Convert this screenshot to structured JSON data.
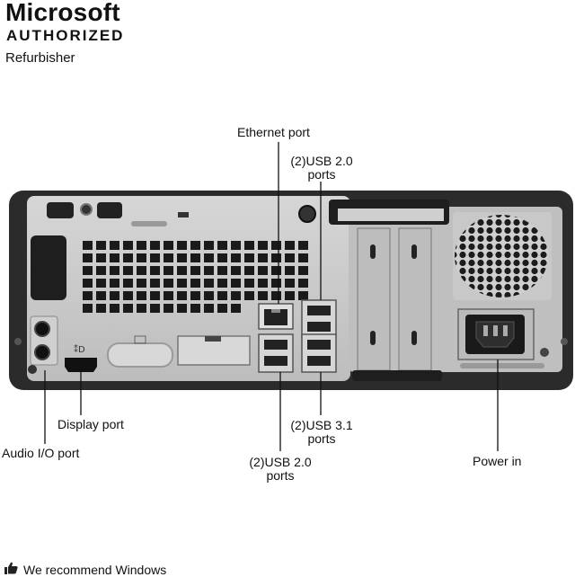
{
  "brand": {
    "title": "Microsoft",
    "subtitle": "AUTHORIZED",
    "tagline": "Refurbisher"
  },
  "callouts": {
    "ethernet": "Ethernet port",
    "usb20_top_line1": "(2)USB 2.0",
    "usb20_top_line2": "ports",
    "display": "Display port",
    "audio": "Audio I/O port",
    "usb31_line1": "(2)USB 3.1",
    "usb31_line2": "ports",
    "usb20_bottom_line1": "(2)USB 2.0",
    "usb20_bottom_line2": "ports",
    "power": "Power in"
  },
  "footer": {
    "text": "We recommend Windows",
    "icon": "thumbs-up-icon"
  },
  "colors": {
    "chassis": "#2b2b2b",
    "panel": "#c9c9c9",
    "vent": "#1a1a1a"
  }
}
